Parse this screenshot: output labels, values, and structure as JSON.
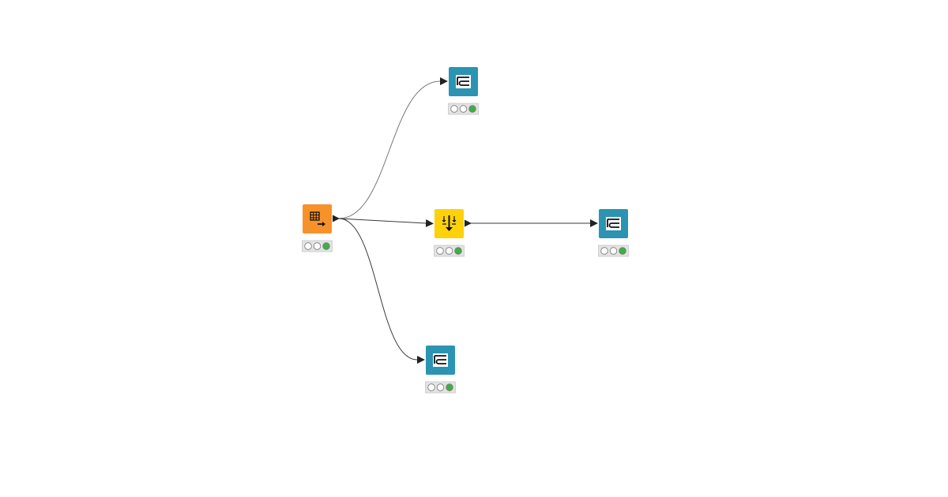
{
  "colors": {
    "source": "#f7922b",
    "filter": "#fdd20a",
    "view": "#2a94b2",
    "edge": "#3a3a3a",
    "status_ok": "#3cb043",
    "status_bg": "#e3e3e3"
  },
  "nodes": [
    {
      "id": "source",
      "kind": "source",
      "icon": "table-arrow-icon",
      "status": [
        "off",
        "off",
        "ok"
      ]
    },
    {
      "id": "view-top",
      "kind": "view",
      "icon": "table-view-icon",
      "status": [
        "off",
        "off",
        "ok"
      ]
    },
    {
      "id": "filter",
      "kind": "filter",
      "icon": "filter-arrows-icon",
      "status": [
        "off",
        "off",
        "ok"
      ]
    },
    {
      "id": "view-right",
      "kind": "view",
      "icon": "table-view-icon",
      "status": [
        "off",
        "off",
        "ok"
      ]
    },
    {
      "id": "view-bottom",
      "kind": "view",
      "icon": "table-view-icon",
      "status": [
        "off",
        "off",
        "ok"
      ]
    }
  ],
  "connections": [
    {
      "from": "source",
      "to": "view-top"
    },
    {
      "from": "source",
      "to": "filter"
    },
    {
      "from": "source",
      "to": "view-bottom"
    },
    {
      "from": "filter",
      "to": "view-right"
    }
  ]
}
